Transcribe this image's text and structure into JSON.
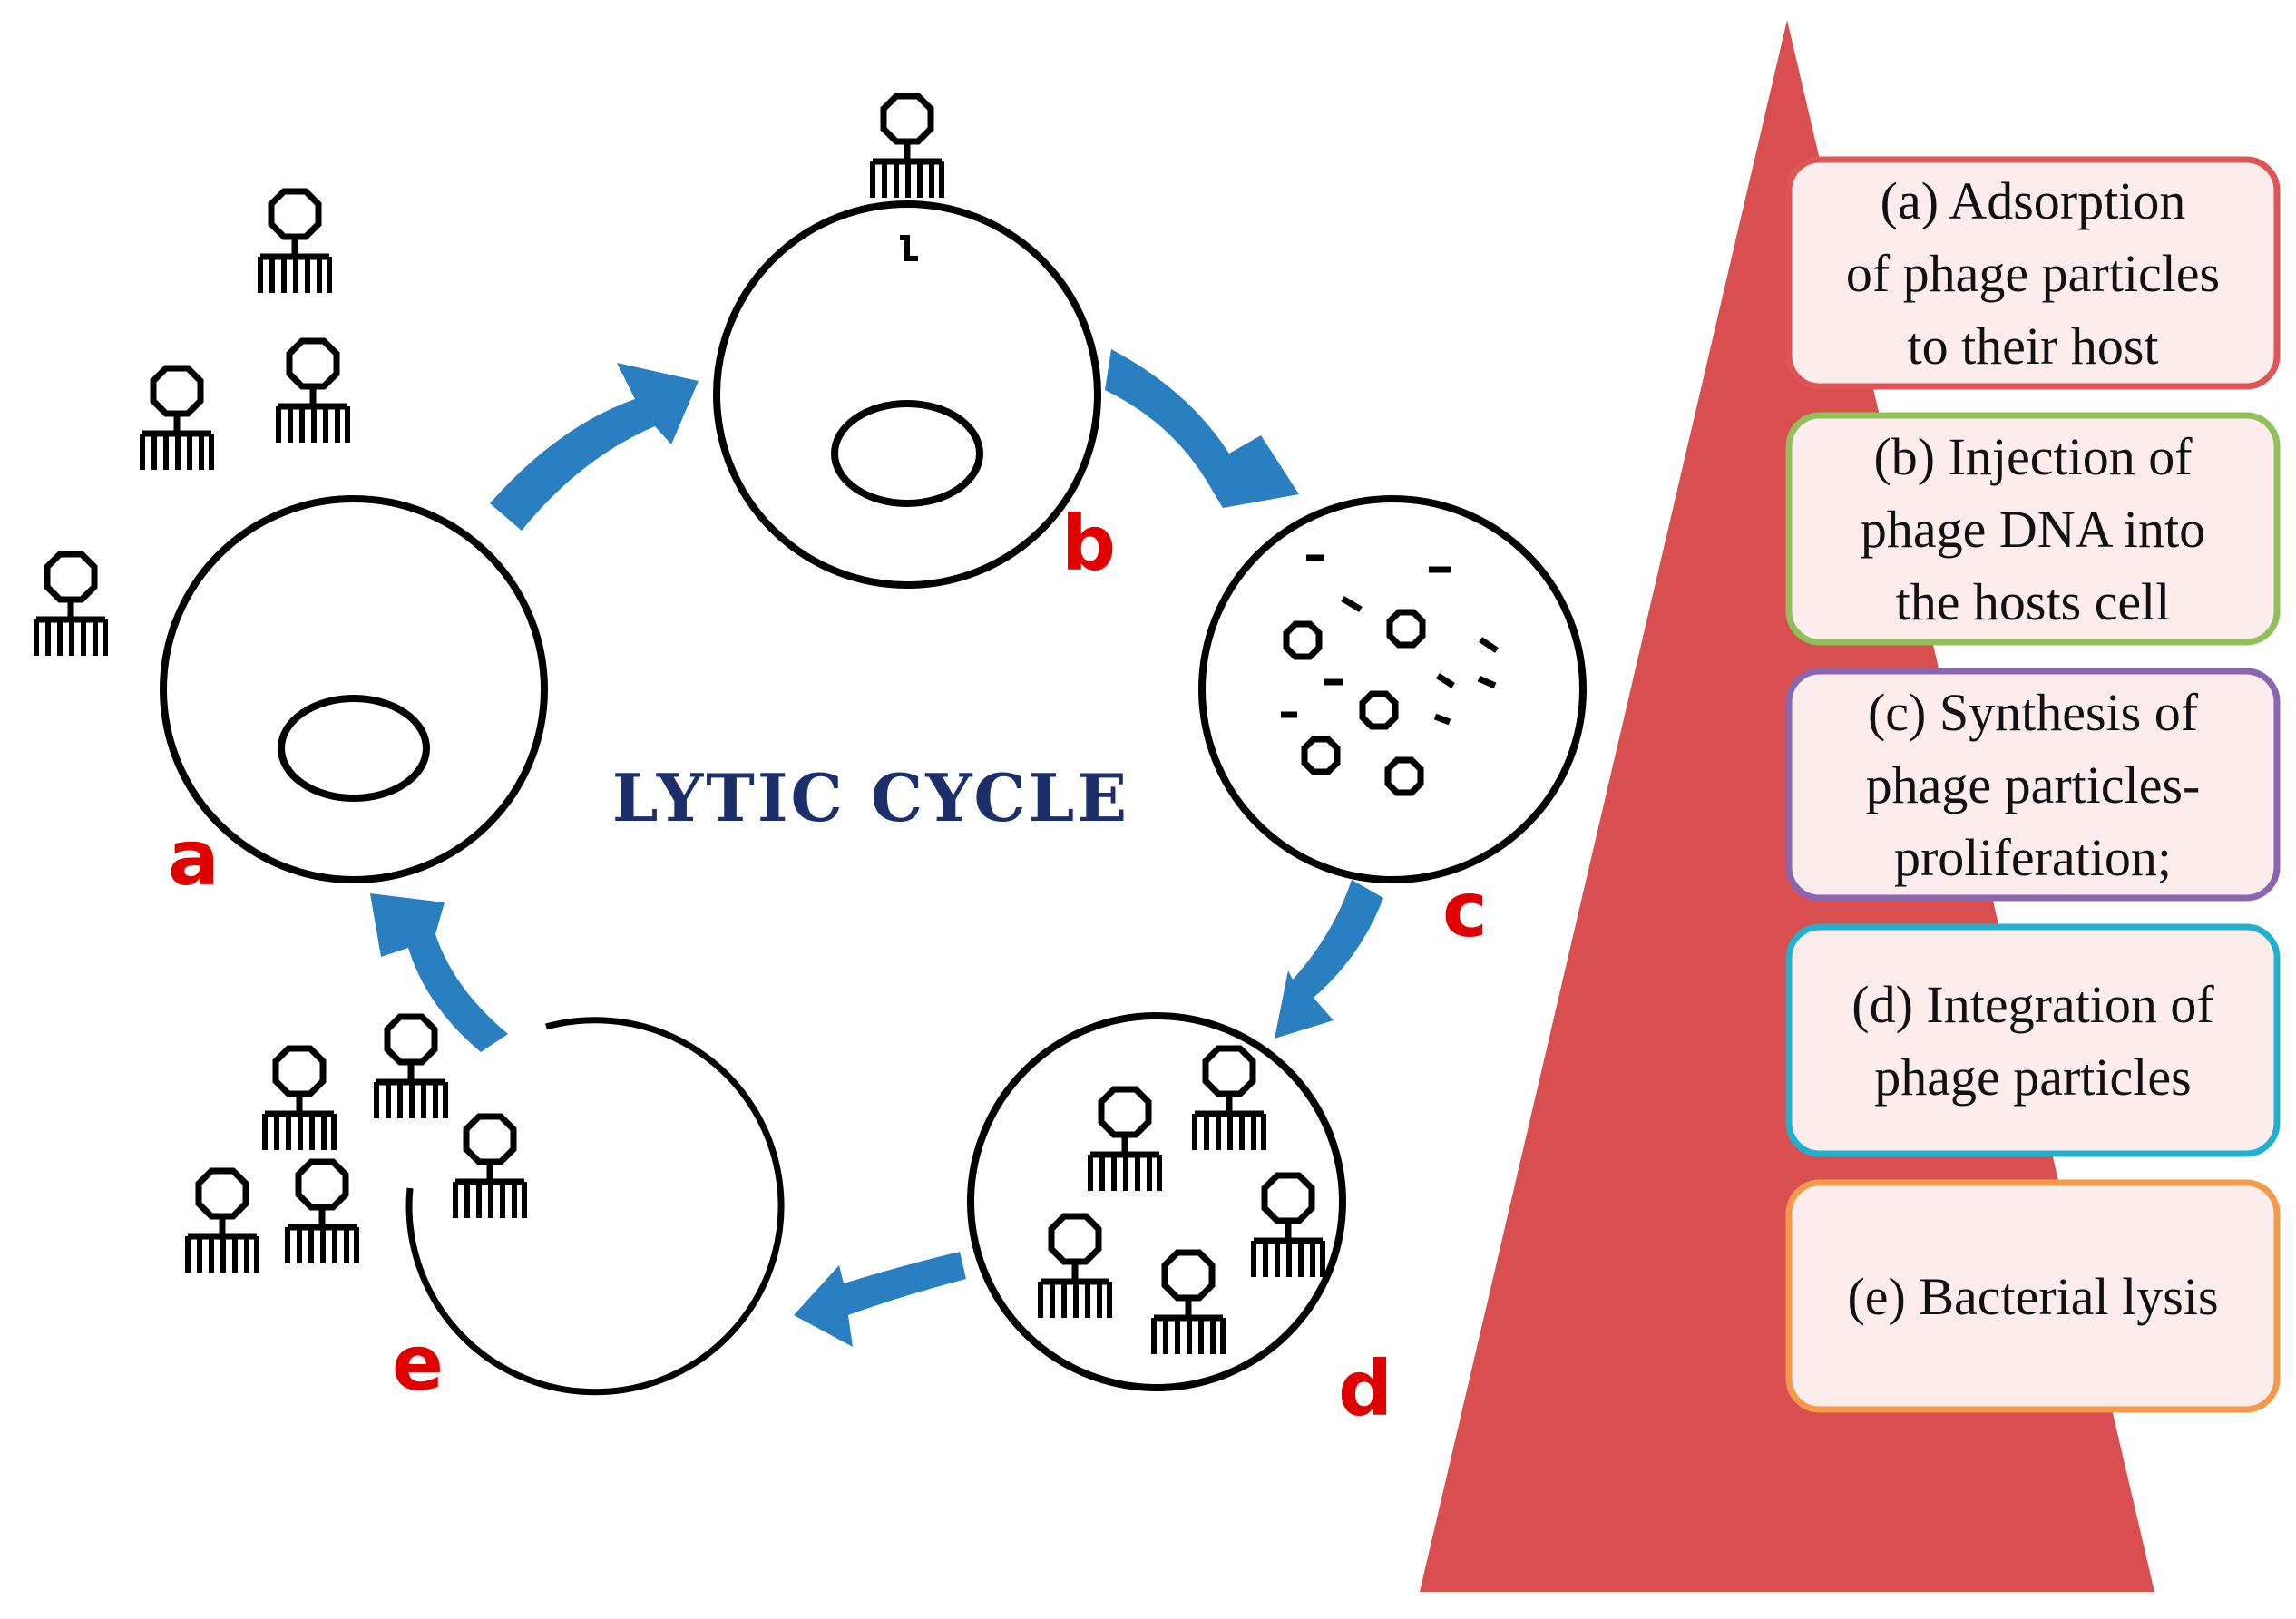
{
  "title": "LYTIC CYCLE",
  "stages": [
    {
      "letter": "a"
    },
    {
      "letter": "b"
    },
    {
      "letter": "c"
    },
    {
      "letter": "d"
    },
    {
      "letter": "e"
    }
  ],
  "legend": [
    {
      "lines": [
        "(a)  Adsorption",
        "of phage particles",
        "to their host"
      ],
      "border_color": "#de5555"
    },
    {
      "lines": [
        "(b)  Injection of",
        "phage DNA into",
        "the hosts cell"
      ],
      "border_color": "#8fc05a"
    },
    {
      "lines": [
        "(c)  Synthesis of",
        "phage particles-",
        "proliferation;"
      ],
      "border_color": "#8a65b0"
    },
    {
      "lines": [
        "(d)  Integration of",
        "phage particles"
      ],
      "border_color": "#1fb1cd"
    },
    {
      "lines": [
        "(e)  Bacterial lysis"
      ],
      "border_color": "#f59a4a"
    }
  ],
  "colors": {
    "arrow": "#2a7fc1",
    "triangle": "#d94f4f",
    "letter": "#e00000",
    "title": "#1c2f6b",
    "box_fill": "#fcecec"
  },
  "icons": [
    "bacteriophage-icon",
    "cycle-arrow-icon",
    "bacterial-cell-icon",
    "nucleoid-icon"
  ]
}
